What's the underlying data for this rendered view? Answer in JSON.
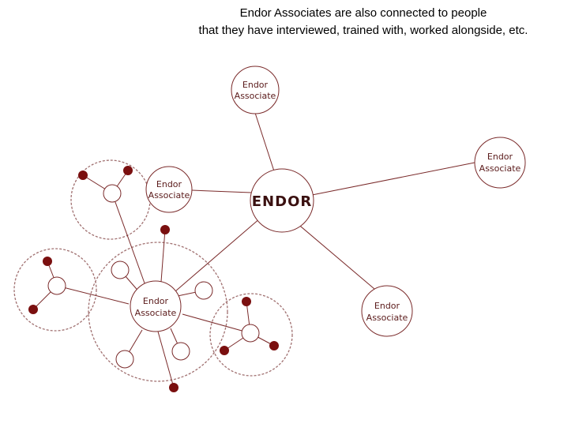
{
  "caption": {
    "line1": "Endor Associates are also connected to people",
    "line2": "that they have interviewed, trained with, worked alongside, etc."
  },
  "center": {
    "label": "ENDOR"
  },
  "associates": {
    "top": {
      "line1": "Endor",
      "line2": "Associate"
    },
    "right": {
      "line1": "Endor",
      "line2": "Associate"
    },
    "left": {
      "line1": "Endor",
      "line2": "Associate"
    },
    "bottom_right": {
      "line1": "Endor",
      "line2": "Associate"
    },
    "bottom_left": {
      "line1": "Endor",
      "line2": "Associate"
    }
  },
  "colors": {
    "line": "#7a2a2a",
    "dot": "#7a0f0f",
    "dashed": "#a07070"
  }
}
